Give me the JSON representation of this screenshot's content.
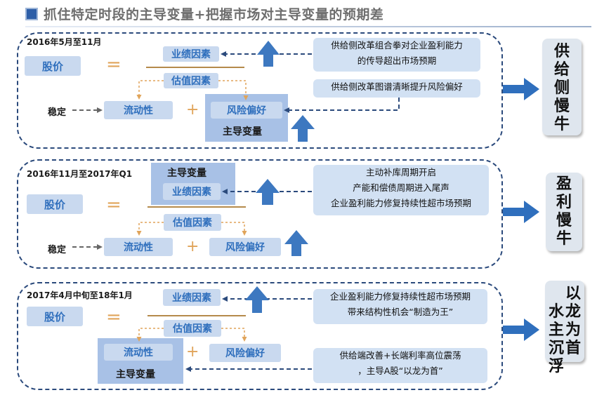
{
  "title": "抓住特定时段的主导变量+把握市场对主导变量的预期差",
  "colors": {
    "accent": "#2e5fa8",
    "box": "#c9d9ef",
    "box_text": "#2f6fbd",
    "dominant": "#a8c1e6",
    "arrow": "#3d78c0",
    "connector": "#e0a45a",
    "dash": "#2b4a7c"
  },
  "icons": [
    "up-arrow-icon",
    "right-arrow-icon",
    "dashed-left-arrow-icon"
  ],
  "sections": [
    {
      "period": "2016年5月至11月",
      "price": "股价",
      "earnings": "业绩因素",
      "valuation": "估值因素",
      "stable": "稳定",
      "liquidity": "流动性",
      "risk": "风险偏好",
      "dominant": "主导变量",
      "notes": [
        "供给侧改革组合拳对企业盈利能力",
        "的传导超出市场预期"
      ],
      "note2": "供给侧改革图谱清晰提升风险偏好",
      "conclusion": "供给侧慢牛"
    },
    {
      "period": "2016年11月至2017年Q1",
      "price": "股价",
      "earnings": "业绩因素",
      "valuation": "估值因素",
      "stable": "稳定",
      "liquidity": "流动性",
      "risk": "风险偏好",
      "dominant": "主导变量",
      "notes": [
        "主动补库周期开启",
        "产能和偿债周期进入尾声",
        "企业盈利能力修复持续性超市场预期"
      ],
      "conclusion": "盈利慢牛"
    },
    {
      "period": "2017年4月中旬至18年1月",
      "price": "股价",
      "earnings": "业绩因素",
      "valuation": "估值因素",
      "liquidity": "流动性",
      "risk": "风险偏好",
      "dominant": "主导变量",
      "notes": [
        "企业盈利能力修复持续性超市场预期",
        "带来结构性机会“制造为王”"
      ],
      "notes2": [
        "供给端改善+长端利率高位震荡",
        "，主导A股“以龙为首”"
      ],
      "conclusion_cols": [
        "以龙为首",
        "水主沉浮"
      ]
    }
  ]
}
